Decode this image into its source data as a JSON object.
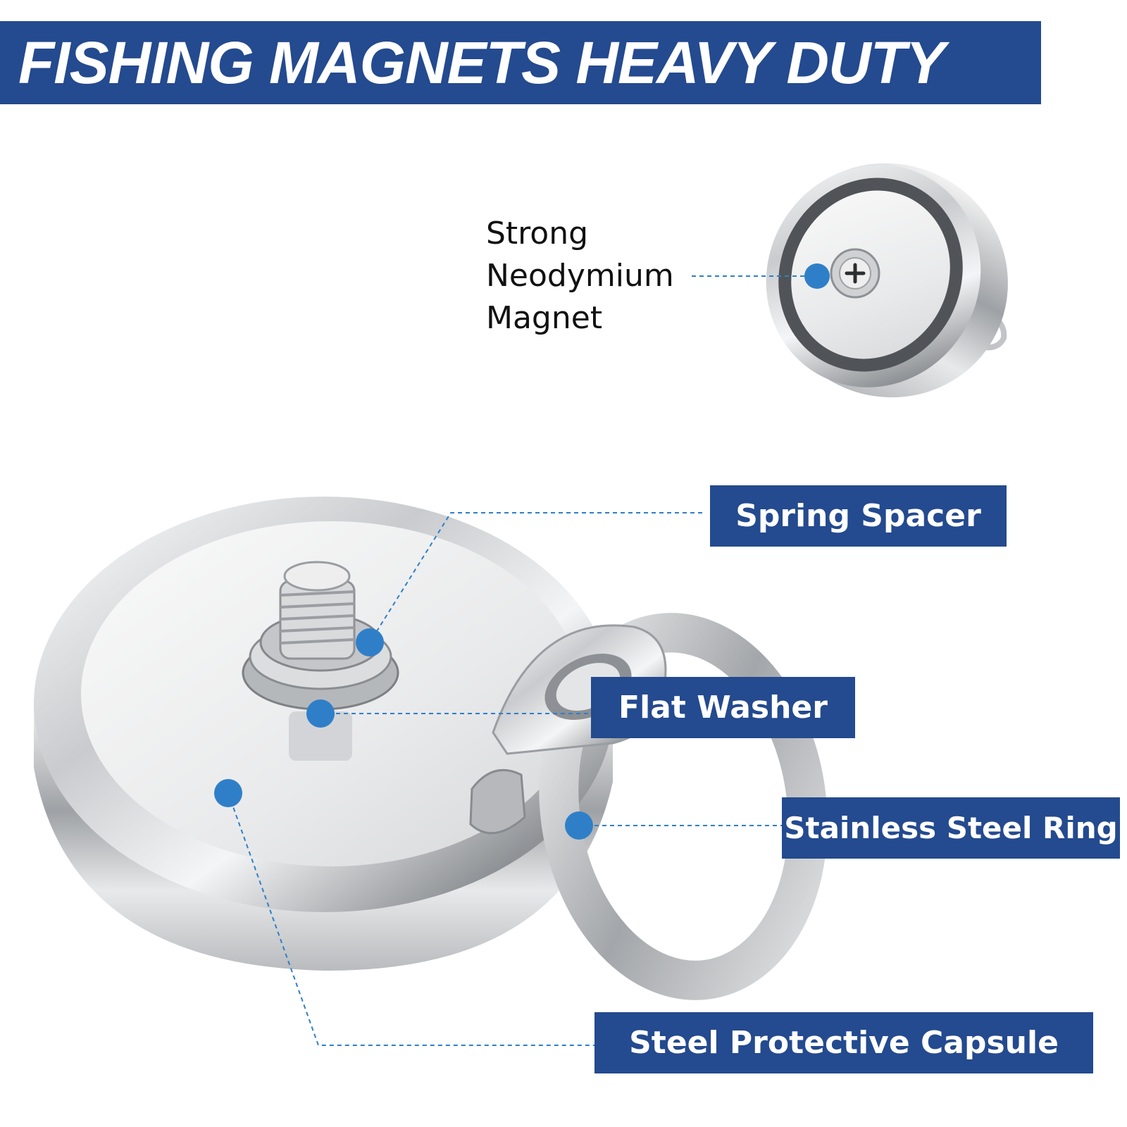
{
  "title": "FISHING MAGNETS HEAVY DUTY",
  "callouts": {
    "magnet": [
      "Strong",
      "Neodymium",
      "Magnet"
    ],
    "spring_spacer": "Spring Spacer",
    "flat_washer": "Flat Washer",
    "ring": "Stainless Steel Ring",
    "capsule": "Steel Protective Capsule"
  },
  "colors": {
    "brand_blue": "#244a8f",
    "marker_blue": "#2f7fc8",
    "background": "#ffffff"
  },
  "images": {
    "small_magnet": "small-fishing-magnet-product-image",
    "large_magnet": "large-fishing-magnet-with-eyebolt-product-image"
  }
}
